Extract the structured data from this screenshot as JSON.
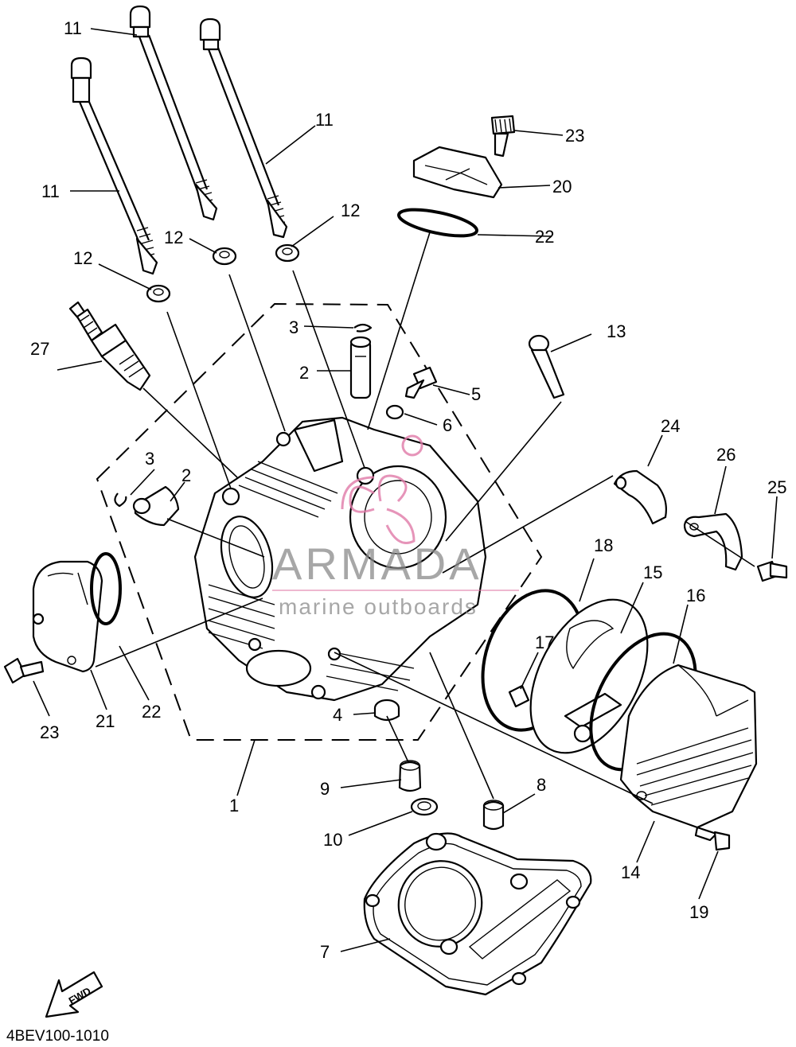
{
  "diagram_code": "4BEV100-1010",
  "fwd_label": "FWD",
  "watermark": {
    "title": "ARMADA",
    "subtitle": "marine outboards",
    "logo_color": "#e07aa8"
  },
  "callouts": {
    "c1": "1",
    "c2a": "2",
    "c2b": "2",
    "c3a": "3",
    "c3b": "3",
    "c4": "4",
    "c5": "5",
    "c6": "6",
    "c7": "7",
    "c8": "8",
    "c9": "9",
    "c10": "10",
    "c11a": "11",
    "c11b": "11",
    "c11c": "11",
    "c12a": "12",
    "c12b": "12",
    "c12c": "12",
    "c13": "13",
    "c14": "14",
    "c15": "15",
    "c16": "16",
    "c17": "17",
    "c18": "18",
    "c19": "19",
    "c20": "20",
    "c21": "21",
    "c22a": "22",
    "c22b": "22",
    "c23a": "23",
    "c23b": "23",
    "c24": "24",
    "c25": "25",
    "c26": "26",
    "c27": "27"
  }
}
